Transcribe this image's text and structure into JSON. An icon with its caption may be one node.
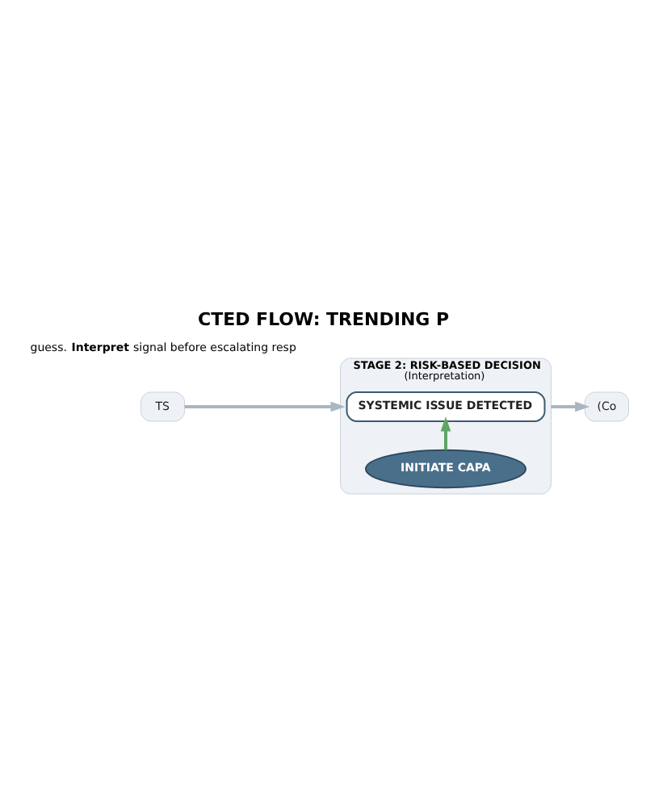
{
  "diagram": {
    "title": "CTED FLOW: TRENDING P",
    "caption": "guess. **Interpret** signal before escalating resp",
    "nodes": [
      {
        "text": [
          "TS"
        ]
      },
      {
        "text": [
          "STAGE 2: RISK-BASED DECISION",
          "(Interpretation)"
        ]
      },
      {
        "text": [
          "SYSTEMIC ISSUE DETECTED"
        ],
        "in": 1
      },
      {
        "text": [
          "INITIATE CAPA"
        ],
        "in": 1
      },
      {
        "text": [
          "(Co"
        ]
      }
    ],
    "edges": [
      {
        "from": 0,
        "to": 1,
        "arrow": "to"
      },
      {
        "from": 3,
        "to": 2,
        "arrow": "to",
        "color": "#5fa463"
      },
      {
        "from": 1,
        "to": 4,
        "arrow": "to"
      }
    ]
  }
}
